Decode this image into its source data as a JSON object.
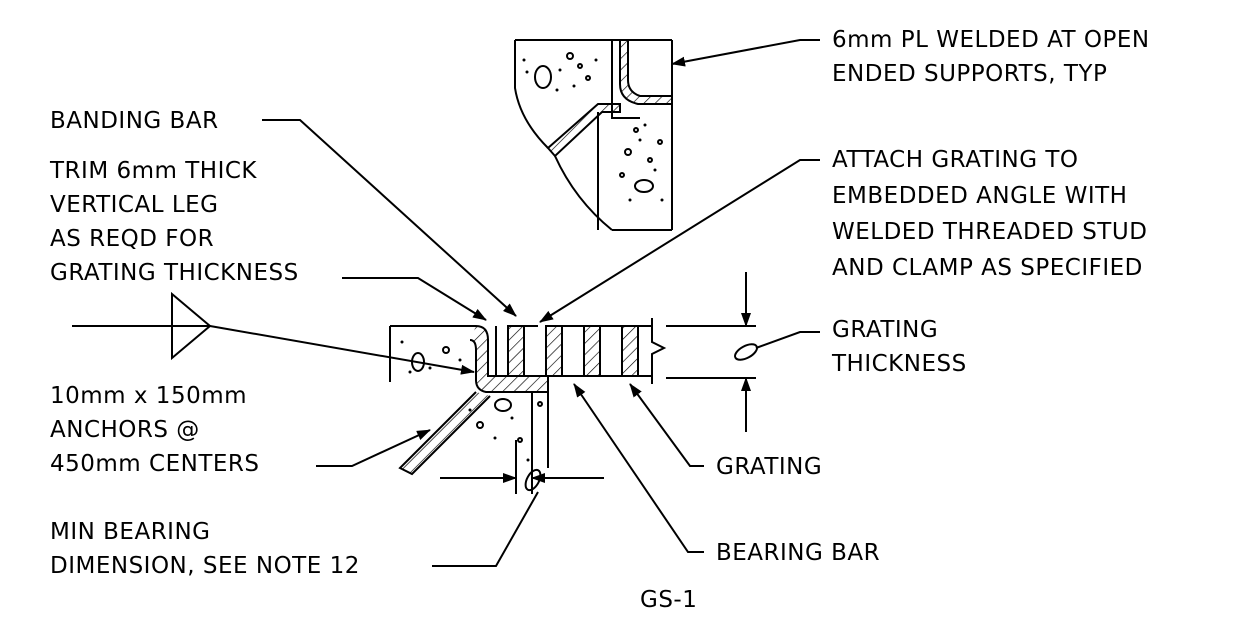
{
  "labels": {
    "pl_welded": [
      "6mm PL WELDED AT OPEN",
      "ENDED SUPPORTS, TYP"
    ],
    "banding_bar": "BANDING BAR",
    "trim": [
      "TRIM 6mm THICK",
      "VERTICAL LEG",
      "AS REQD FOR",
      "GRATING THICKNESS"
    ],
    "attach": [
      "ATTACH GRATING TO",
      "EMBEDDED ANGLE WITH",
      "WELDED THREADED STUD",
      "AND CLAMP AS SPECIFIED"
    ],
    "grating_thickness": [
      "GRATING",
      "THICKNESS"
    ],
    "anchors": [
      "10mm x 150mm",
      "ANCHORS @",
      "450mm CENTERS"
    ],
    "grating": "GRATING",
    "min_bearing": [
      "MIN BEARING",
      "DIMENSION, SEE NOTE 12"
    ],
    "bearing_bar": "BEARING BAR",
    "sheet": "GS-1"
  },
  "colors": {
    "line": "#000000",
    "background": "#ffffff"
  }
}
